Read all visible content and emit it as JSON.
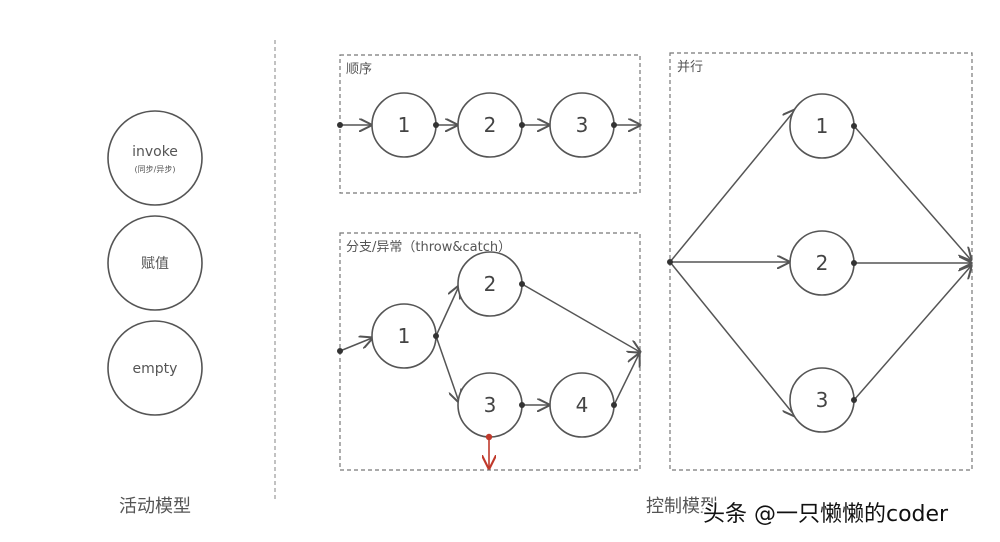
{
  "activity_model": {
    "title": "活动模型",
    "nodes": [
      {
        "label": "invoke",
        "sublabel": "(同步/异步)"
      },
      {
        "label": "赋值"
      },
      {
        "label": "empty"
      }
    ]
  },
  "control_model": {
    "title": "控制模型",
    "sequence": {
      "title": "顺序",
      "nodes": [
        "1",
        "2",
        "3"
      ]
    },
    "branch": {
      "title": "分支/异常（throw&catch）",
      "nodes": [
        "1",
        "2",
        "3",
        "4"
      ]
    },
    "parallel": {
      "title": "并行",
      "nodes": [
        "1",
        "2",
        "3"
      ]
    }
  },
  "colors": {
    "exception_arrow": "#c0392b",
    "stroke": "#555555"
  },
  "watermark": "头条 @一只懒懒的coder"
}
